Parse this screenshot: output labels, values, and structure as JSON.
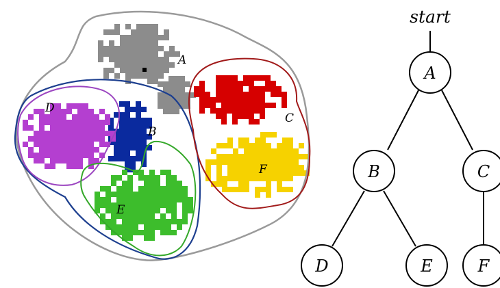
{
  "regions": [
    {
      "key": "A",
      "label": "A",
      "color": "#8c8c8c"
    },
    {
      "key": "B",
      "label": "B",
      "color": "#0a2a9e"
    },
    {
      "key": "C",
      "label": "C",
      "color": "#d60000"
    },
    {
      "key": "D",
      "label": "D",
      "color": "#b43fd0"
    },
    {
      "key": "E",
      "label": "E",
      "color": "#3dbd2c"
    },
    {
      "key": "F",
      "label": "F",
      "color": "#f6d200"
    }
  ],
  "contour_colors": {
    "outer": "#9a9a9a",
    "B_group": "#1d3f8f",
    "C_group": "#a11a1a",
    "D": "#9b45c0",
    "E": "#35a82a"
  },
  "tree": {
    "start_label": "start",
    "nodes": [
      {
        "key": "A",
        "label": "A"
      },
      {
        "key": "B",
        "label": "B"
      },
      {
        "key": "C",
        "label": "C"
      },
      {
        "key": "D",
        "label": "D"
      },
      {
        "key": "E",
        "label": "E"
      },
      {
        "key": "F",
        "label": "F"
      }
    ],
    "edges": [
      [
        "A",
        "B"
      ],
      [
        "A",
        "C"
      ],
      [
        "B",
        "D"
      ],
      [
        "B",
        "E"
      ],
      [
        "C",
        "F"
      ]
    ]
  }
}
